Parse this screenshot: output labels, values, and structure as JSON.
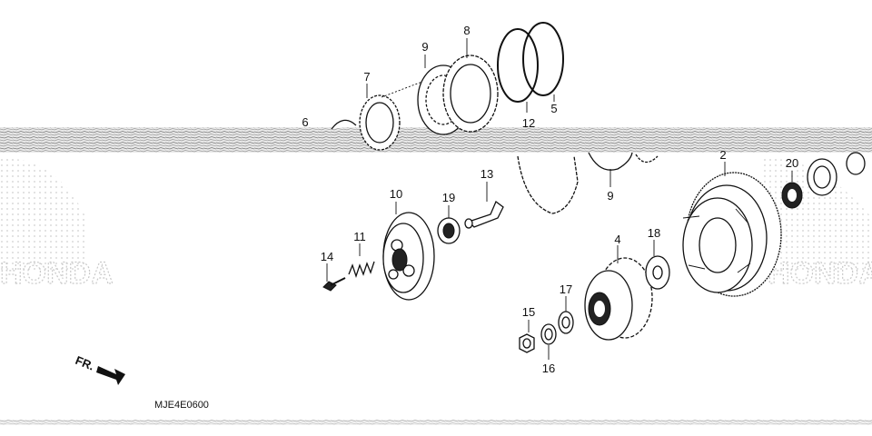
{
  "callouts": [
    {
      "id": "2",
      "label": "2"
    },
    {
      "id": "4",
      "label": "4"
    },
    {
      "id": "5",
      "label": "5"
    },
    {
      "id": "6",
      "label": "6"
    },
    {
      "id": "7",
      "label": "7"
    },
    {
      "id": "8",
      "label": "8"
    },
    {
      "id": "9a",
      "label": "9"
    },
    {
      "id": "9b",
      "label": "9"
    },
    {
      "id": "10",
      "label": "10"
    },
    {
      "id": "11",
      "label": "11"
    },
    {
      "id": "12",
      "label": "12"
    },
    {
      "id": "13",
      "label": "13"
    },
    {
      "id": "14",
      "label": "14"
    },
    {
      "id": "15",
      "label": "15"
    },
    {
      "id": "16",
      "label": "16"
    },
    {
      "id": "17",
      "label": "17"
    },
    {
      "id": "18",
      "label": "18"
    },
    {
      "id": "19",
      "label": "19"
    },
    {
      "id": "20",
      "label": "20"
    }
  ],
  "direction_label": "FR.",
  "diagram_code": "MJE4E0600",
  "watermark_text": "HONDA",
  "colors": {
    "ink": "#111111",
    "band": "#9a9a9a",
    "watermark": "#c9c9c9"
  }
}
